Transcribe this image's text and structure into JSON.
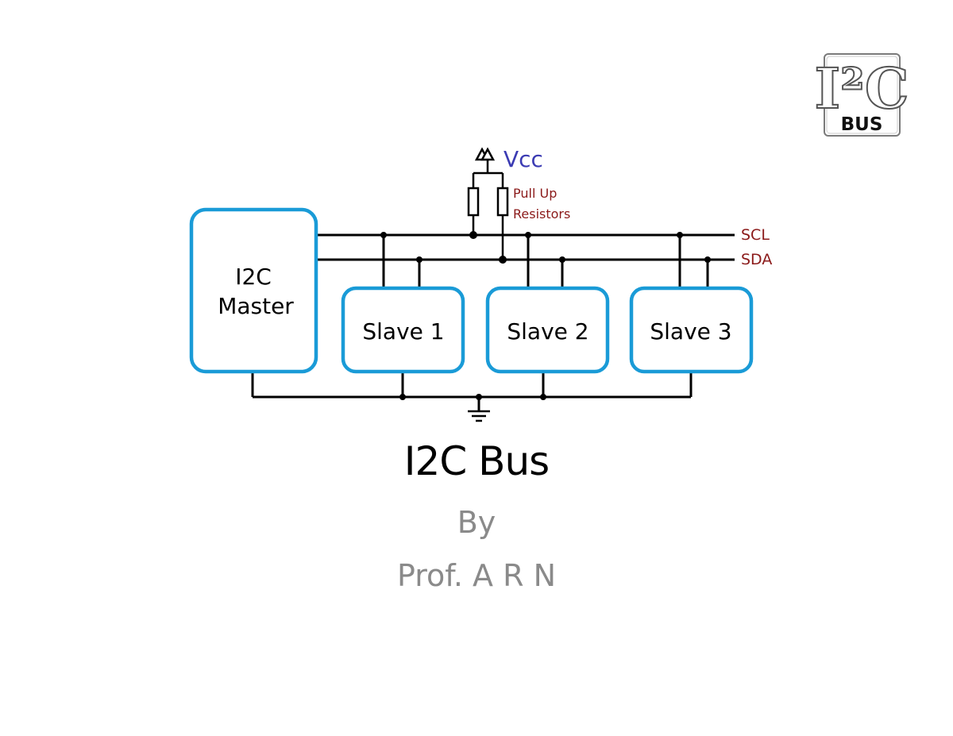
{
  "logo": {
    "top_text": "I²C",
    "bottom_text": "BUS"
  },
  "diagram": {
    "vcc_label": "Vcc",
    "pullup_label_line1": "Pull Up",
    "pullup_label_line2": "Resistors",
    "scl_label": "SCL",
    "sda_label": "SDA",
    "master_label_line1": "I2C",
    "master_label_line2": "Master",
    "slaves": [
      {
        "label": "Slave 1"
      },
      {
        "label": "Slave 2"
      },
      {
        "label": "Slave 3"
      }
    ]
  },
  "titles": {
    "main": "I2C Bus",
    "by": "By",
    "author": "Prof. A R N"
  },
  "colors": {
    "box_border": "#1a9bd7",
    "bus_label": "#8b1a1a",
    "vcc": "#3b3bb3",
    "subtitle": "#8a8a8a",
    "wire": "#000000"
  }
}
